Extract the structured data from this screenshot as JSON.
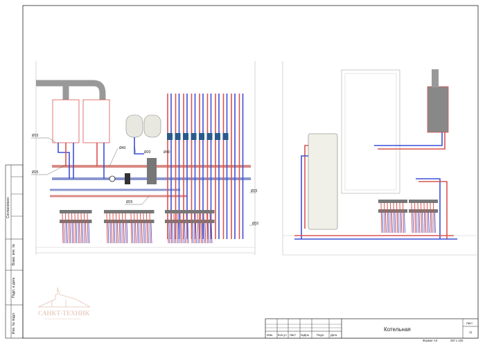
{
  "title_block": {
    "drawing_name": "Котельная",
    "sheet_header": "Лист",
    "sheet_number": "11",
    "format": "Формат А3",
    "paper_size": "297 х 420",
    "columns": [
      "Изм.",
      "Кол.уч",
      "Лист",
      "№Док.",
      "Подп.",
      "Дата"
    ]
  },
  "side_stamps": {
    "agreed": "Согласовано",
    "replaced_inv": "Взам. инв. №",
    "signature_date": "Подп. и дата",
    "inv_original": "Инв. № подл."
  },
  "logo": {
    "name": "САНКТ-ТЕХНИК",
    "tagline": "монтаж систем отопления и водоснабжения"
  },
  "pipe_labels": {
    "d15": "Ø15",
    "d25_left": "Ø25",
    "d40_a": "Ø40",
    "d20": "Ø20",
    "d40_b": "Ø40",
    "d25_mid": "Ø25",
    "d25_right": "Ø25",
    "d32": "Ø32"
  },
  "colors": {
    "supply": "#d9534f",
    "return": "#3a4fd6",
    "frame": "#222222"
  }
}
